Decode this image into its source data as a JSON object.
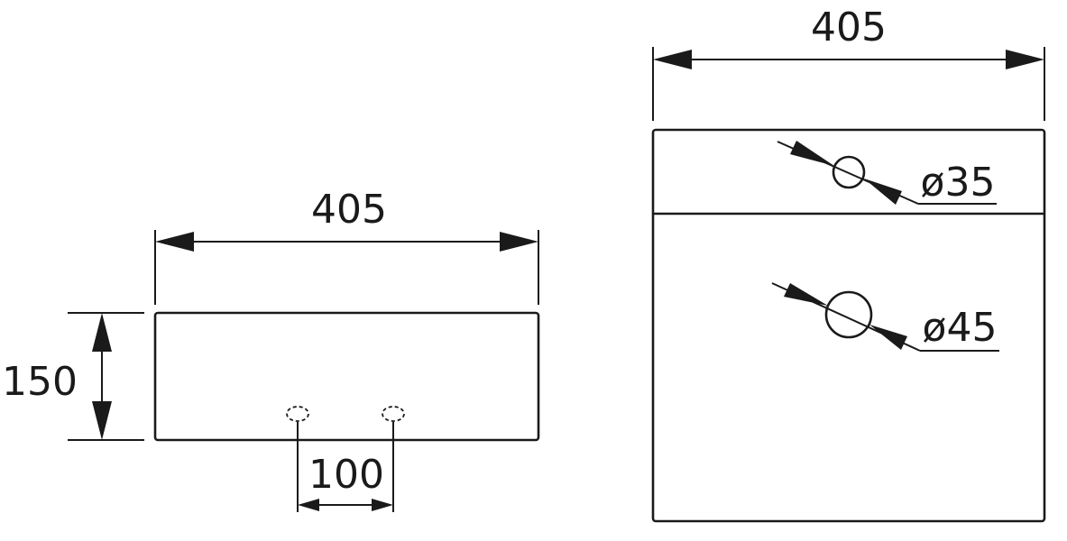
{
  "front_view": {
    "width_label": "405",
    "height_label": "150",
    "hole_spacing_label": "100"
  },
  "top_view": {
    "width_label": "405",
    "tap_hole_label": "ø35",
    "drain_hole_label": "ø45"
  }
}
